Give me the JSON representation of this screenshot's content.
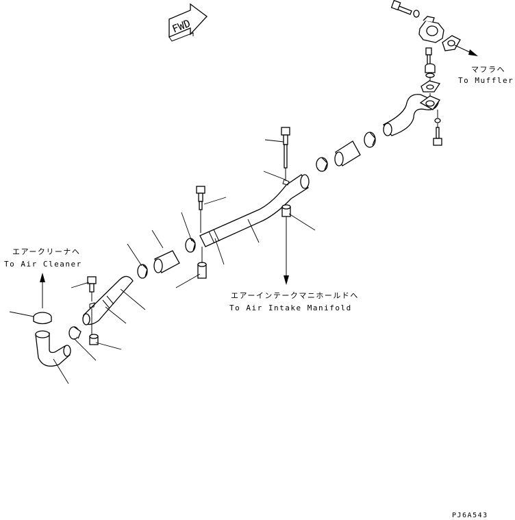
{
  "labels": {
    "muffler_jp": "マフラヘ",
    "muffler_en": "To Muffler",
    "air_cleaner_jp": "エアークリーナヘ",
    "air_cleaner_en": "To Air Cleaner",
    "manifold_jp": "エアーインテークマニホールドへ",
    "manifold_en": "To Air Intake Manifold",
    "fwd": "FWD",
    "drawing_code": "PJ6A543"
  }
}
